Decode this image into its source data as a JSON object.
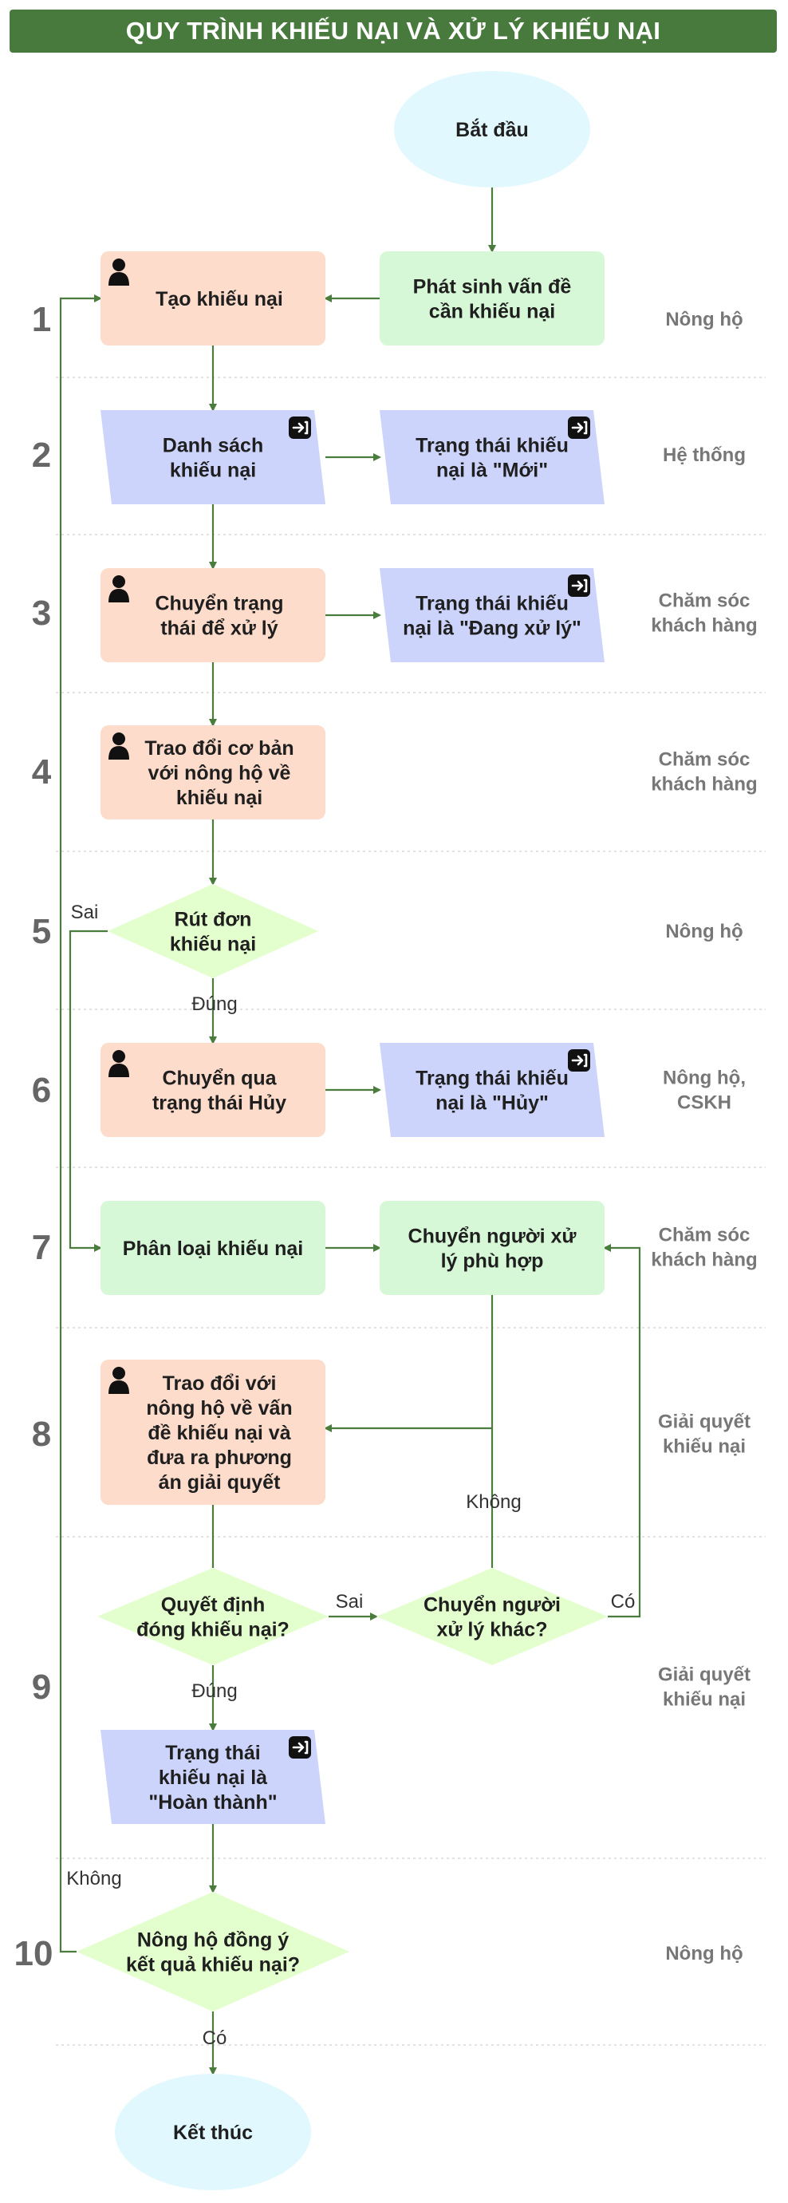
{
  "title": "QUY TRÌNH KHIẾU NẠI VÀ XỬ LÝ KHIẾU NẠI",
  "colors": {
    "title_bg": "#477a3c",
    "user_box": "#fedccb",
    "system_box": "#cdd4fb",
    "process_box": "#d6f8d6",
    "decision": "#e4ffce",
    "terminal": "#e2f8ff",
    "line": "#4a7c3d"
  },
  "rows": [
    {
      "number": "1",
      "actor": [
        "Nông hộ"
      ]
    },
    {
      "number": "2",
      "actor": [
        "Hệ thống"
      ]
    },
    {
      "number": "3",
      "actor": [
        "Chăm sóc",
        "khách hàng"
      ]
    },
    {
      "number": "4",
      "actor": [
        "Chăm sóc",
        "khách hàng"
      ]
    },
    {
      "number": "5",
      "actor": [
        "Nông hộ"
      ]
    },
    {
      "number": "6",
      "actor": [
        "Nông hộ,",
        "CSKH"
      ]
    },
    {
      "number": "7",
      "actor": [
        "Chăm sóc",
        "khách hàng"
      ]
    },
    {
      "number": "8",
      "actor": [
        "Giải quyết",
        "khiếu nại"
      ]
    },
    {
      "number": "9",
      "actor": [
        "Giải quyết",
        "khiếu nại"
      ]
    },
    {
      "number": "10",
      "actor": [
        "Nông hộ"
      ]
    }
  ],
  "nodes": {
    "start": {
      "lines": [
        "Bắt đầu"
      ]
    },
    "issue": {
      "lines": [
        "Phát sinh vấn đề",
        "cần khiếu nại"
      ]
    },
    "create": {
      "lines": [
        "Tạo khiếu nại"
      ]
    },
    "list": {
      "lines": [
        "Danh sách",
        "khiếu nại"
      ]
    },
    "status_new": {
      "lines": [
        "Trạng thái khiếu",
        "nại là \"Mới\""
      ]
    },
    "change_status": {
      "lines": [
        "Chuyển trạng",
        "thái để xử lý"
      ]
    },
    "status_processing": {
      "lines": [
        "Trạng thái khiếu",
        "nại là \"Đang xử lý\""
      ]
    },
    "discuss_basic": {
      "lines": [
        "Trao đổi cơ bản",
        "với nông hộ về",
        "khiếu nại"
      ]
    },
    "withdraw": {
      "lines": [
        "Rút đơn",
        "khiếu nại"
      ]
    },
    "to_cancel": {
      "lines": [
        "Chuyển qua",
        "trạng thái Hủy"
      ]
    },
    "status_cancel": {
      "lines": [
        "Trạng thái khiếu",
        "nại là \"Hủy\""
      ]
    },
    "classify": {
      "lines": [
        "Phân loại khiếu nại"
      ]
    },
    "assign": {
      "lines": [
        "Chuyển người xử",
        "lý phù hợp"
      ]
    },
    "resolve": {
      "lines": [
        "Trao đổi với",
        "nông hộ về vấn",
        "đề khiếu nại và",
        "đưa ra phương",
        "án giải quyết"
      ]
    },
    "decide_close": {
      "lines": [
        "Quyết định",
        "đóng khiếu nại?"
      ]
    },
    "reassign": {
      "lines": [
        "Chuyển người",
        "xử lý khác?"
      ]
    },
    "status_done": {
      "lines": [
        "Trạng thái",
        "khiếu nại là",
        "\"Hoàn thành\""
      ]
    },
    "agree": {
      "lines": [
        "Nông hộ đồng ý",
        "kết quả khiếu nại?"
      ]
    },
    "end": {
      "lines": [
        "Kết thúc"
      ]
    }
  },
  "edge_labels": {
    "withdraw_no": "Sai",
    "withdraw_yes": "Đúng",
    "close_no": "Sai",
    "close_yes": "Đúng",
    "reassign_no": "Không",
    "reassign_yes": "Có",
    "agree_no": "Không",
    "agree_yes": "Có"
  },
  "icons": {
    "user": "user-icon",
    "system": "system-login-icon"
  }
}
